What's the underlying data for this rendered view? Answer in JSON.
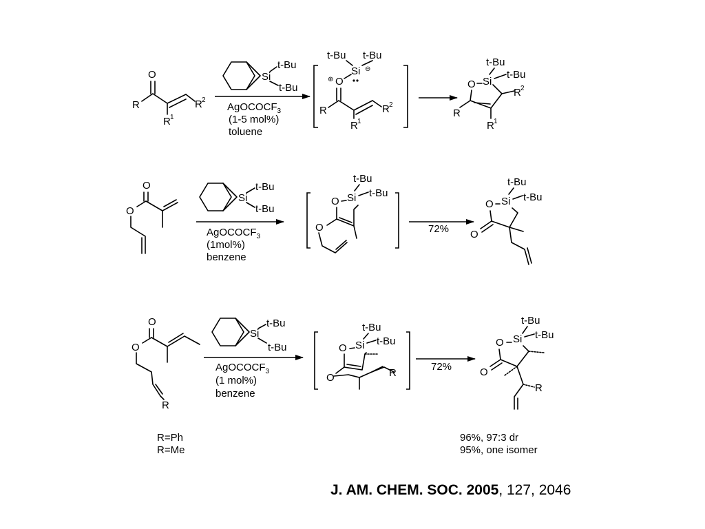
{
  "reaction1": {
    "reagent_tbu_top": "t-Bu",
    "reagent_si": "Si",
    "reagent_tbu_bottom": "t-Bu",
    "catalyst": "AgOCOCF",
    "catalyst_sub": "3",
    "loading": "(1-5 mol%)",
    "solvent": "toluene",
    "sm_O": "O",
    "sm_R": "R",
    "sm_R1": "R",
    "sm_R1_sup": "1",
    "sm_R2": "R",
    "sm_R2_sup": "2",
    "int_tbu_left": "t-Bu",
    "int_tbu_right": "t-Bu",
    "int_si": "Si",
    "int_O": "O",
    "int_R": "R",
    "int_R1": "R",
    "int_R1_sup": "1",
    "int_R2": "R",
    "int_R2_sup": "2",
    "prod_tbu_top": "t-Bu",
    "prod_tbu_right": "t-Bu",
    "prod_O": "O",
    "prod_si": "Si",
    "prod_R": "R",
    "prod_R1": "R",
    "prod_R1_sup": "1",
    "prod_R2": "R",
    "prod_R2_sup": "2"
  },
  "reaction2": {
    "reagent_tbu_top": "t-Bu",
    "reagent_si": "Si",
    "reagent_tbu_bottom": "t-Bu",
    "catalyst": "AgOCOCF",
    "catalyst_sub": "3",
    "loading": "(1mol%)",
    "solvent": "benzene",
    "yield": "72%",
    "sm_O_carbonyl": "O",
    "sm_O_ester": "O",
    "int_tbu_top": "t-Bu",
    "int_tbu_right": "t-Bu",
    "int_O_ring": "O",
    "int_si": "Si",
    "int_O_allyl": "O",
    "prod_tbu_top": "t-Bu",
    "prod_tbu_right": "t-Bu",
    "prod_O_ring": "O",
    "prod_si": "Si",
    "prod_O_carbonyl": "O"
  },
  "reaction3": {
    "reagent_tbu_top": "t-Bu",
    "reagent_si": "Si",
    "reagent_tbu_bottom": "t-Bu",
    "catalyst": "AgOCOCF",
    "catalyst_sub": "3",
    "loading": "(1 mol%)",
    "solvent": "benzene",
    "yield": "72%",
    "sm_O_carbonyl": "O",
    "sm_O_ester": "O",
    "sm_R": "R",
    "int_tbu_top": "t-Bu",
    "int_tbu_right": "t-Bu",
    "int_O_ring": "O",
    "int_si": "Si",
    "int_O_allyl": "O",
    "int_R": "R",
    "prod_tbu_top": "t-Bu",
    "prod_tbu_right": "t-Bu",
    "prod_O_ring": "O",
    "prod_si": "Si",
    "prod_O_carbonyl": "O",
    "prod_R": "R",
    "note_r_ph": "R=Ph",
    "note_r_me": "R=Me",
    "result_ph": "96%, 97:3 dr",
    "result_me": "95%, one isomer"
  },
  "citation": {
    "journal": "J. AM. CHEM. SOC.",
    "year": "2005",
    "details": ", 127, 2046"
  }
}
